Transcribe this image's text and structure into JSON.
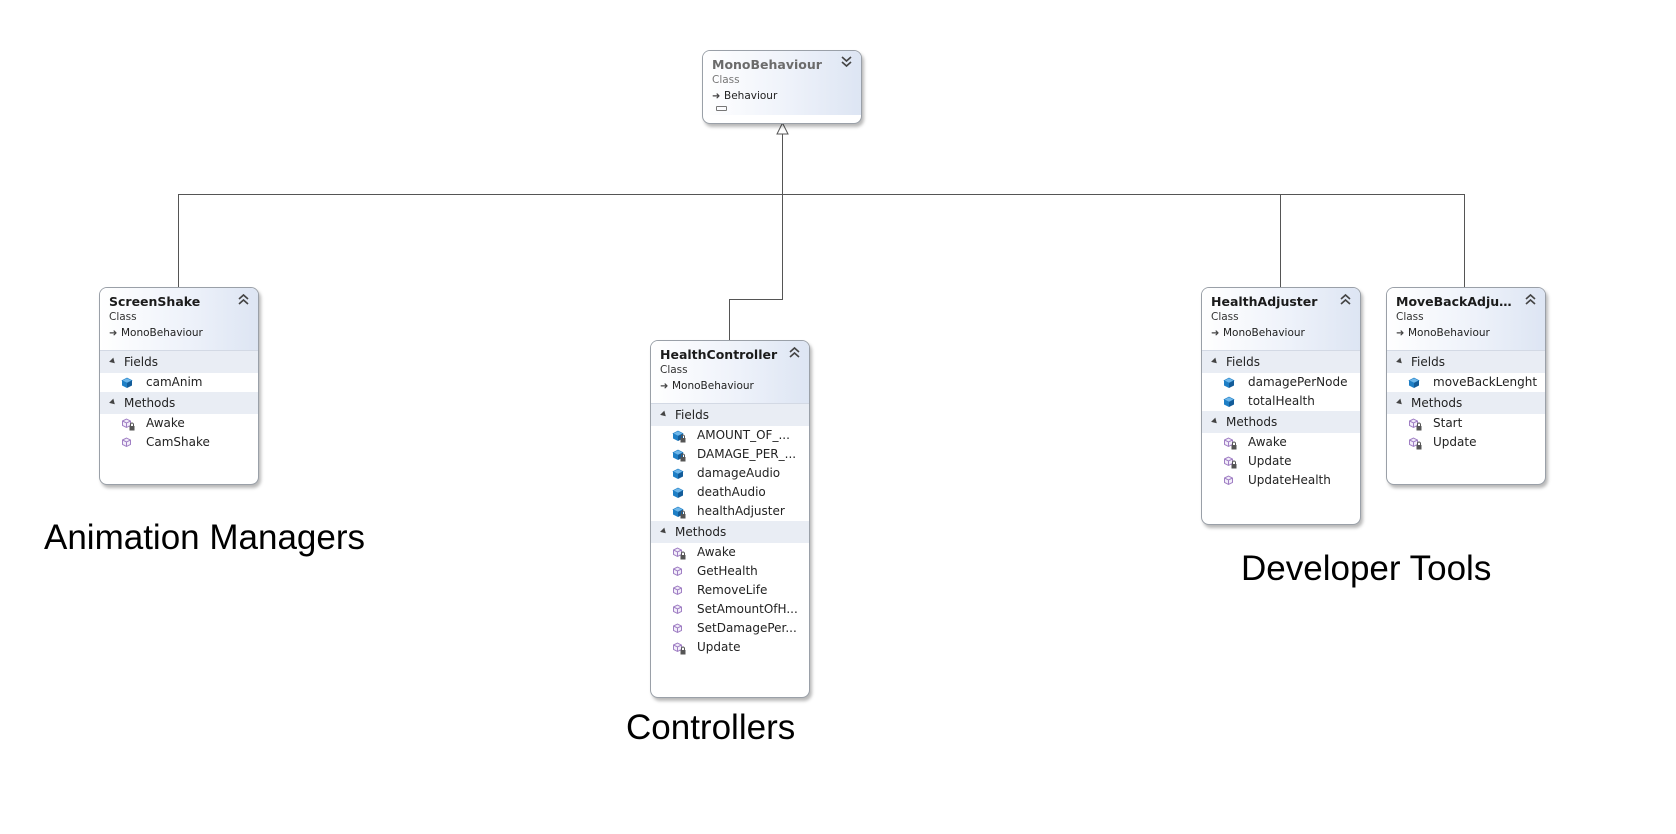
{
  "base_class": {
    "name": "MonoBehaviour",
    "kind": "Class",
    "base": "Behaviour"
  },
  "classes": [
    {
      "key": "screenshake",
      "name": "ScreenShake",
      "kind": "Class",
      "base": "MonoBehaviour",
      "sections": [
        {
          "label": "Fields",
          "members": [
            {
              "name": "camAnim",
              "icon": "field-icon",
              "private": false
            }
          ]
        },
        {
          "label": "Methods",
          "members": [
            {
              "name": "Awake",
              "icon": "method-icon",
              "private": true
            },
            {
              "name": "CamShake",
              "icon": "method-icon",
              "private": false
            }
          ]
        }
      ]
    },
    {
      "key": "healthcontroller",
      "name": "HealthController",
      "kind": "Class",
      "base": "MonoBehaviour",
      "sections": [
        {
          "label": "Fields",
          "members": [
            {
              "name": "AMOUNT_OF_...",
              "icon": "field-icon",
              "private": true
            },
            {
              "name": "DAMAGE_PER_...",
              "icon": "field-icon",
              "private": true
            },
            {
              "name": "damageAudio",
              "icon": "field-icon",
              "private": false
            },
            {
              "name": "deathAudio",
              "icon": "field-icon",
              "private": false
            },
            {
              "name": "healthAdjuster",
              "icon": "field-icon",
              "private": true
            }
          ]
        },
        {
          "label": "Methods",
          "members": [
            {
              "name": "Awake",
              "icon": "method-icon",
              "private": true
            },
            {
              "name": "GetHealth",
              "icon": "method-icon",
              "private": false
            },
            {
              "name": "RemoveLife",
              "icon": "method-icon",
              "private": false
            },
            {
              "name": "SetAmountOfH...",
              "icon": "method-icon",
              "private": false
            },
            {
              "name": "SetDamagePer...",
              "icon": "method-icon",
              "private": false
            },
            {
              "name": "Update",
              "icon": "method-icon",
              "private": true
            }
          ]
        }
      ]
    },
    {
      "key": "healthadjuster",
      "name": "HealthAdjuster",
      "kind": "Class",
      "base": "MonoBehaviour",
      "sections": [
        {
          "label": "Fields",
          "members": [
            {
              "name": "damagePerNode",
              "icon": "field-icon",
              "private": false
            },
            {
              "name": "totalHealth",
              "icon": "field-icon",
              "private": false
            }
          ]
        },
        {
          "label": "Methods",
          "members": [
            {
              "name": "Awake",
              "icon": "method-icon",
              "private": true
            },
            {
              "name": "Update",
              "icon": "method-icon",
              "private": true
            },
            {
              "name": "UpdateHealth",
              "icon": "method-icon",
              "private": false
            }
          ]
        }
      ]
    },
    {
      "key": "movebackadjuster",
      "name": "MoveBackAdjus...",
      "kind": "Class",
      "base": "MonoBehaviour",
      "sections": [
        {
          "label": "Fields",
          "members": [
            {
              "name": "moveBackLenght",
              "icon": "field-icon",
              "private": false
            }
          ]
        },
        {
          "label": "Methods",
          "members": [
            {
              "name": "Start",
              "icon": "method-icon",
              "private": true
            },
            {
              "name": "Update",
              "icon": "method-icon",
              "private": true
            }
          ]
        }
      ]
    }
  ],
  "group_labels": {
    "animation": "Animation Managers",
    "controllers": "Controllers",
    "developer": "Developer Tools"
  },
  "colors": {
    "field_icon": "#1e7fc6",
    "method_icon": "#a07fc4",
    "line": "#555555"
  }
}
